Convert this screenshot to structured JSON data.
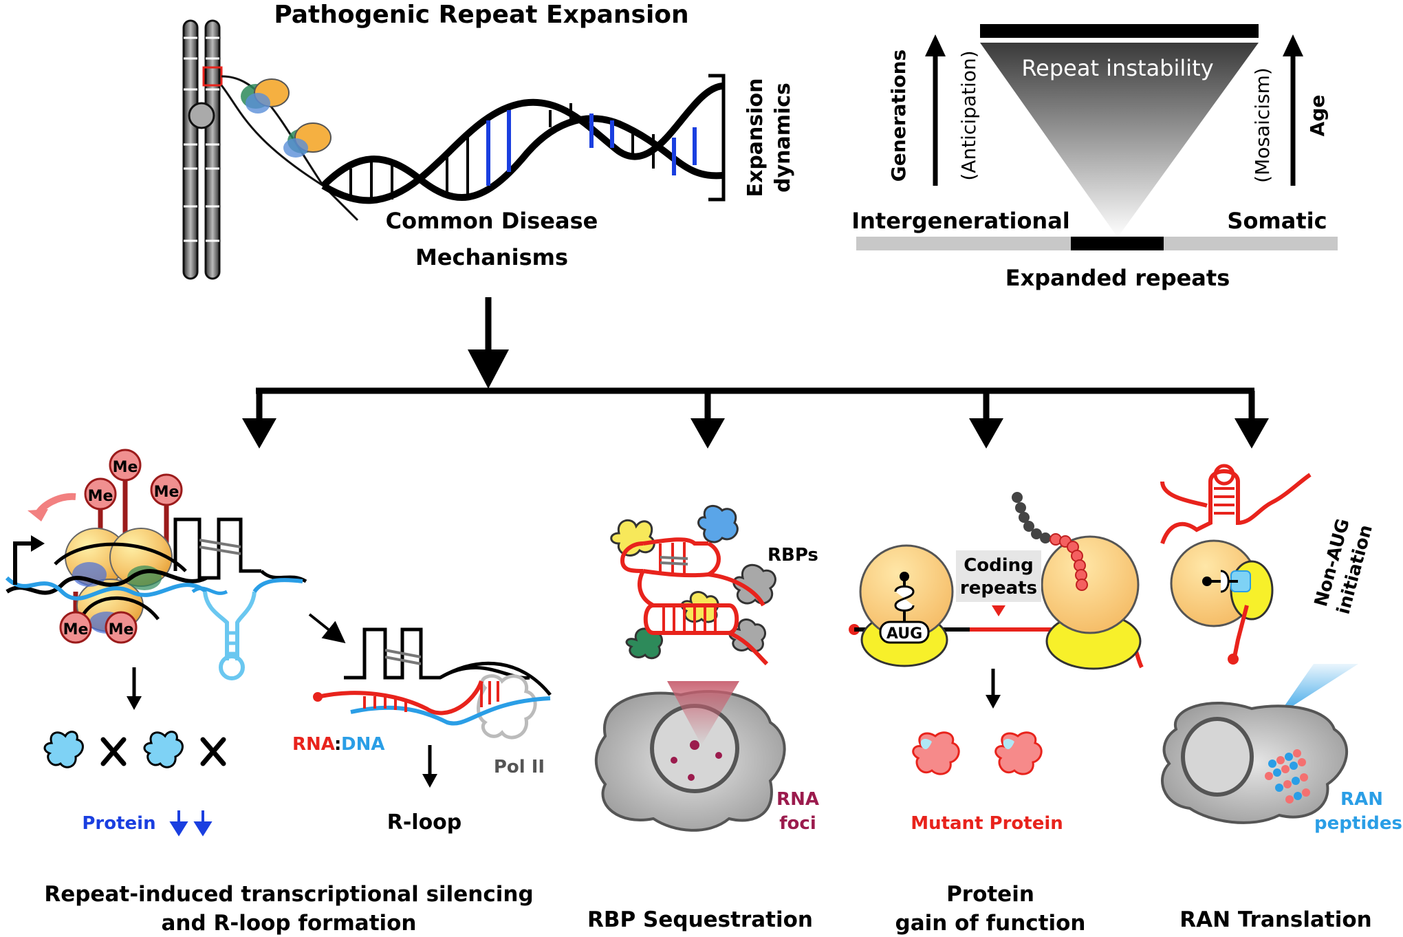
{
  "header": {
    "title": "Pathogenic Repeat Expansion",
    "expansion_dynamics": [
      "Expansion",
      "dynamics"
    ],
    "common_mechanisms": [
      "Common Disease",
      "Mechanisms"
    ]
  },
  "instability": {
    "repeat_instability": "Repeat instability",
    "generations": "Generations",
    "anticipation": "(Anticipation)",
    "age": "Age",
    "mosaicism": "(Mosaicism)",
    "intergenerational": "Intergenerational",
    "somatic": "Somatic",
    "expanded_repeats": "Expanded repeats"
  },
  "panel_silencing": {
    "me": "Me",
    "protein": "Protein",
    "rna_part": "RNA",
    "colon": ":",
    "dna_part": "DNA",
    "pol": "Pol II",
    "rloop": "R-loop",
    "caption_line1": "Repeat-induced transcriptional silencing",
    "caption_line2": "and R-loop formation"
  },
  "panel_rbp": {
    "rbps": "RBPs",
    "foci_line1": "RNA",
    "foci_line2": "foci",
    "caption": "RBP Sequestration"
  },
  "panel_gof": {
    "coding_line1": "Coding",
    "coding_line2": "repeats",
    "aug": "AUG",
    "mutant": "Mutant Protein",
    "caption_line1": "Protein",
    "caption_line2": "gain of function"
  },
  "panel_ran": {
    "nonaug_line1": "Non-AUG",
    "nonaug_line2": "initiation",
    "peptides_line1": "RAN",
    "peptides_line2": "peptides",
    "caption": "RAN Translation"
  },
  "colors": {
    "red": "#e8231c",
    "blue": "#1a3fe0",
    "lightblue": "#2a9ee6",
    "maroon": "#9b1b4d",
    "orange": "#f5b041",
    "yellow": "#f7f02a"
  }
}
